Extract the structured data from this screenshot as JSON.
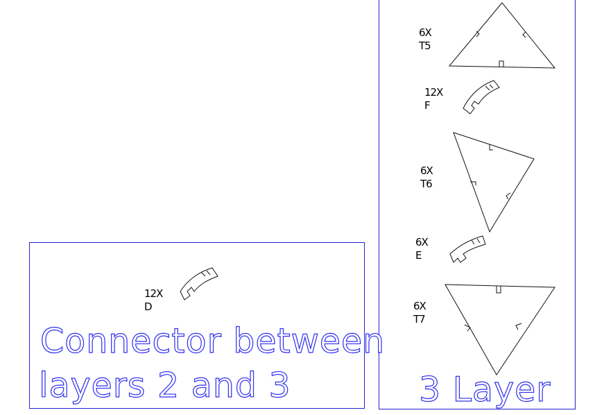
{
  "left_panel": {
    "title_line1": "Connector between",
    "title_line2": "layers 2 and 3",
    "parts": [
      {
        "qty": "12X",
        "name": "D"
      }
    ]
  },
  "right_panel": {
    "title": "3 Layer",
    "parts": [
      {
        "qty": "6X",
        "name": "T5"
      },
      {
        "qty": "12X",
        "name": "F"
      },
      {
        "qty": "6X",
        "name": "T6"
      },
      {
        "qty": "6X",
        "name": "E"
      },
      {
        "qty": "6X",
        "name": "T7"
      }
    ]
  },
  "colors": {
    "frame": "#2323d8",
    "outline_text": "#2d2df0",
    "parts": "#111111"
  }
}
